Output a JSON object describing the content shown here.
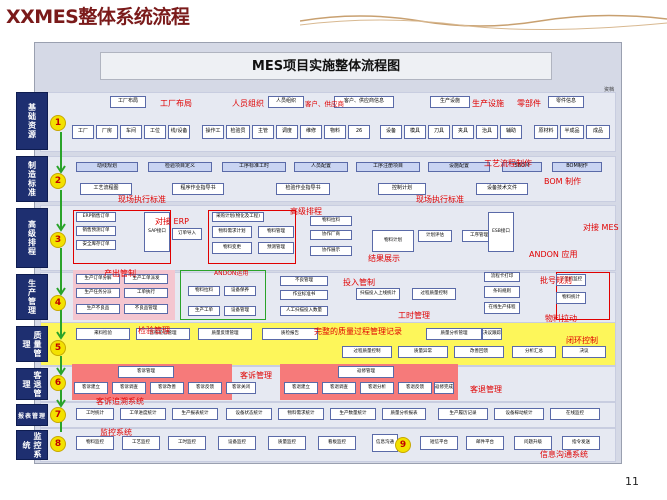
{
  "slide": {
    "title": "XXMES整体系统流程",
    "page_number": "11"
  },
  "banner": {
    "title": "MES项目实施整体流程图",
    "version": "资档"
  },
  "rows": [
    {
      "label": "基础资源",
      "num": "1"
    },
    {
      "label": "制造标准",
      "num": "2"
    },
    {
      "label": "高级排程",
      "num": "3"
    },
    {
      "label": "生产管理",
      "num": "4"
    },
    {
      "label": "质量管理",
      "num": "5"
    },
    {
      "label": "客退管理",
      "num": "6"
    },
    {
      "label": "报表管理",
      "num": "7"
    },
    {
      "label": "监控系统",
      "num": "8"
    }
  ],
  "info_num": "9",
  "row1": {
    "top": [
      "工厂布局",
      "人员组织",
      "客户、供应商信息",
      "生产设施",
      "零件信息"
    ],
    "bottom": [
      "工厂",
      "厂房",
      "车间",
      "工位",
      "线/设备",
      "操作工",
      "检验员",
      "主管",
      "调度",
      "维修",
      "物料",
      "26",
      "设备",
      "模具",
      "刀具",
      "夹具",
      "治具",
      "辅助",
      "原材料",
      "半成品",
      "成品"
    ]
  },
  "row2": {
    "top": [
      "动线规划",
      "检验项目定义",
      "工序标准工时",
      "人员配置",
      "工序注册项目",
      "设施配置",
      "SBOM",
      "BOM制作"
    ],
    "bottom": [
      "工艺流程图",
      "程序作业指导书",
      "检验作业指导书",
      "控制计划",
      "设备技术文件"
    ]
  },
  "row3": {
    "boxes": [
      "ERP销售订单",
      "销售预测订单",
      "安全库存订单",
      "SAP接口",
      "订单导入",
      "采购计划(物化及工程)",
      "物料需求计划",
      "物料管理",
      "物料变更",
      "预测管理",
      "物料拉料",
      "协作厂商",
      "协作展示",
      "物料计划",
      "计划评估",
      "工序管理",
      "ESB接口"
    ]
  },
  "row4": {
    "boxes": [
      "生产订单分解",
      "生产工单派发",
      "生产任务分派",
      "工单执行",
      "生产不良品",
      "不良品管理",
      "物料拉料",
      "设备保养",
      "生产工单",
      "设备管理",
      "不良管理",
      "作业标准书",
      "人工扫描投入数量",
      "扫描投入上线统计",
      "过程质量控制",
      "流程卡打印",
      "条码规则",
      "在线生产排程",
      "下位机监控",
      "物料统计"
    ]
  },
  "row5": {
    "boxes": [
      "来料检验",
      "首检检验管理",
      "质量反馈管理",
      "质检报告",
      "质量分析管理",
      "过程质量控制",
      "质量异常",
      "改善回馈",
      "分析汇总",
      "决议",
      "决议跟踪"
    ]
  },
  "row6": {
    "boxes": [
      "客诉管理",
      "客诉建立",
      "客诉调查",
      "客诉改善",
      "客诉反馈",
      "客诉关闭",
      "客退建立",
      "客退调查",
      "客退分析",
      "客退反馈",
      "返修管理",
      "返修完成"
    ]
  },
  "row7": {
    "boxes": [
      "工时统计",
      "工单进度统计",
      "生产报表统计",
      "设备状态统计",
      "物料需求统计",
      "生产数量统计",
      "质量分析报表",
      "生产履历记录",
      "设备稼动统计",
      "在线监控"
    ]
  },
  "row8": {
    "boxes": [
      "物料监控",
      "工艺监控",
      "工时监控",
      "设备监控",
      "质量监控",
      "看板监控",
      "信息沟通",
      "短信平台",
      "邮件平台",
      "问题升级",
      "指令发送"
    ]
  },
  "annotations": {
    "a1": "工厂布局",
    "a2": "人员组织",
    "a3": "客户、供应商",
    "a4": "生产设施",
    "a5": "零部件",
    "a6": "工艺流程制作",
    "a7": "BOM 制作",
    "a8": "现场执行标准",
    "a9": "现场执行标准",
    "a10": "对接 ERP",
    "a11": "高级排程",
    "a12": "对接 MES",
    "a13": "ANDON 应用",
    "a14": "结果展示",
    "a15": "产出管制",
    "a16": "ANDON运用",
    "a17": "投入管制",
    "a18": "批号规则",
    "a19": "物料拉动",
    "a20": "工时管理",
    "a21": "检验管理",
    "a22": "完整的质量过程管理记录",
    "a23": "闭环控制",
    "a24": "客诉管理",
    "a25": "客诉追溯系统",
    "a26": "客退管理",
    "a27": "监控系统",
    "a28": "信息沟通系统"
  },
  "colors": {
    "title": "#7a1a1a",
    "label_bg": "#1e2f70",
    "annotation": "#e00000",
    "highlight_yellow": "#fdf65a",
    "highlight_red": "#f67a7a",
    "circle": "#f3e100"
  }
}
